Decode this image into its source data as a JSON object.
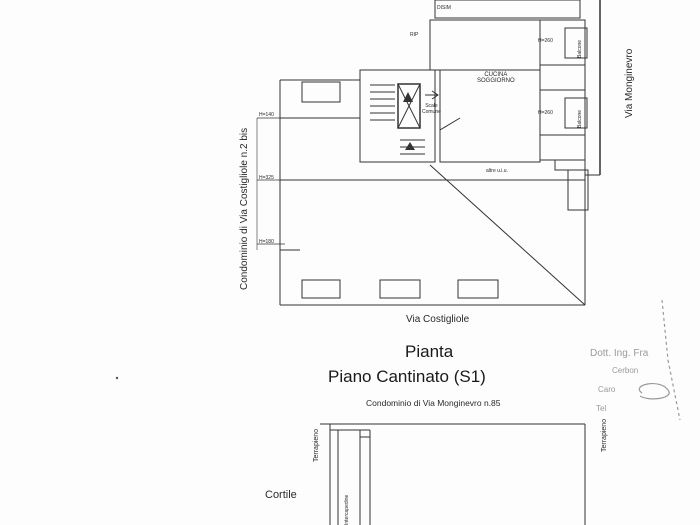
{
  "drawing": {
    "upper_plan": {
      "rooms": {
        "disim": "DISIM",
        "rip": "RIP",
        "kitchen": "CUCINA\nSOGGIORNO",
        "stairs_common": "Scale\nComune",
        "other_ui": "altre u.i.u."
      },
      "height_marks": {
        "top": "H=140",
        "mid": "H=325",
        "low": "H=180",
        "balcony_top": "H=260",
        "balcony_mid": "H=260"
      },
      "balconies": [
        "Balcone",
        "Balcone"
      ],
      "streets": {
        "bottom": "Via Costigliole",
        "right": "Via Monginevro",
        "left": "Condominio di Via Costigliole n.2 bis"
      }
    },
    "title": {
      "line1": "Pianta",
      "line2": "Piano Cantinato  (S1)"
    },
    "lower_plan": {
      "neighbor": "Condominio di Via Monginevro n.85",
      "left_edge": "Terrapieno",
      "right_edge": "Terrapieno",
      "courtyard": "Cortile",
      "cavity": "Intercapedine"
    },
    "stamp": {
      "line1": "Dott. Ing. Fra",
      "line2": "Cerbon",
      "line3": "Caro",
      "line4": "Tel"
    }
  }
}
